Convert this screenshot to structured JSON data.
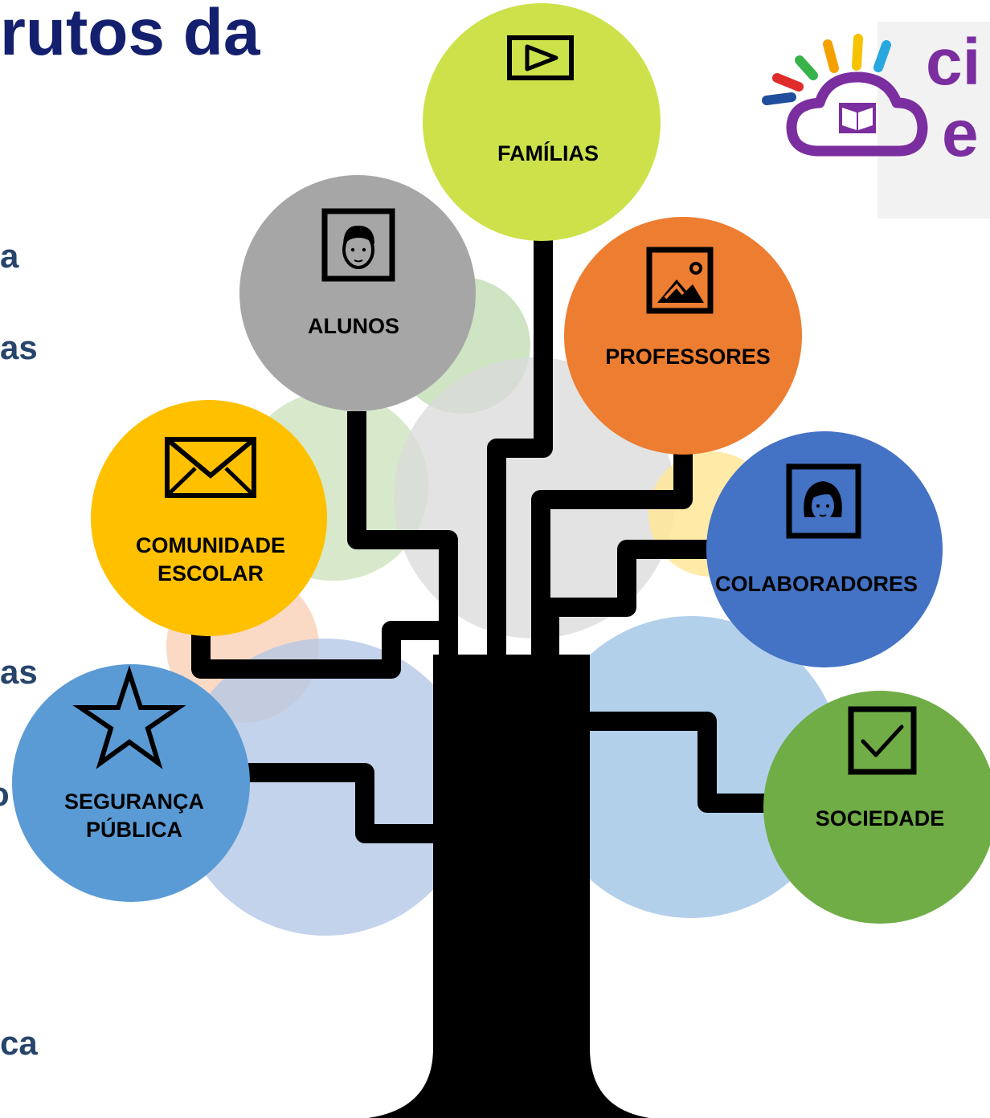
{
  "title": "rutos da",
  "left_text_fragments": [
    "a",
    "as",
    "as",
    "o",
    "ca"
  ],
  "logo": {
    "text_line1": "ci",
    "text_line2": "e"
  },
  "colors": {
    "title": "#14206e",
    "fragments": "#27456b",
    "trunk": "#000000",
    "logo_purple": "#7b2e9f"
  },
  "nodes": [
    {
      "id": "familias",
      "label_lines": [
        "FAMÍLIAS"
      ],
      "color": "#cde24a",
      "icon": "play-icon"
    },
    {
      "id": "alunos",
      "label_lines": [
        "ALUNOS"
      ],
      "color": "#a6a6a6",
      "icon": "boy-portrait-icon"
    },
    {
      "id": "professores",
      "label_lines": [
        "PROFESSORES"
      ],
      "color": "#ed7d31",
      "icon": "landscape-picture-icon"
    },
    {
      "id": "comunidade-escolar",
      "label_lines": [
        "COMUNIDADE",
        "ESCOLAR"
      ],
      "color": "#ffc000",
      "icon": "envelope-icon"
    },
    {
      "id": "colaboradores",
      "label_lines": [
        "COLABORADORES"
      ],
      "color": "#4472c4",
      "icon": "girl-portrait-icon"
    },
    {
      "id": "seguranca-publica",
      "label_lines": [
        "SEGURANÇA",
        "PÚBLICA"
      ],
      "color": "#5b9bd5",
      "icon": "star-icon"
    },
    {
      "id": "sociedade",
      "label_lines": [
        "SOCIEDADE"
      ],
      "color": "#70ad47",
      "icon": "checkbox-icon"
    }
  ]
}
